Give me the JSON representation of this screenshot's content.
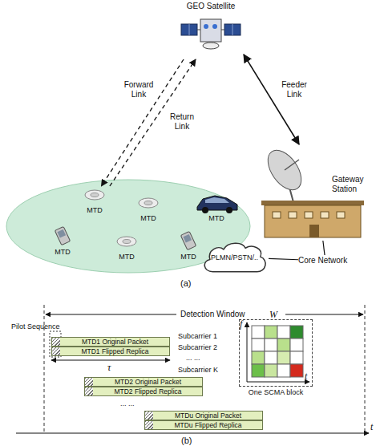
{
  "diagram": {
    "nodes": [
      {
        "text": [
          "GEO Satellite"
        ]
      },
      {
        "text": [
          "MTD"
        ]
      },
      {
        "text": [
          "MTD"
        ]
      },
      {
        "text": [
          "MTD"
        ]
      },
      {
        "text": [
          "MTD"
        ]
      },
      {
        "text": [
          "MTD"
        ]
      },
      {
        "text": [
          "MTD"
        ]
      },
      {
        "text": [
          "Gateway Station"
        ]
      },
      {
        "text": [
          "PLMN/PSTN/.."
        ]
      },
      {
        "text": [
          "Core Network"
        ]
      },
      {
        "text": [
          "MTD1 Original Packet"
        ]
      },
      {
        "text": [
          "MTD1 Flipped Replica"
        ]
      },
      {
        "text": [
          "MTD2 Original Packet"
        ]
      },
      {
        "text": [
          "MTD2 Flipped Replica"
        ]
      },
      {
        "text": [
          "MTDu Original Packet"
        ]
      },
      {
        "text": [
          "MTDu Flipped Replica"
        ]
      },
      {
        "text": [
          "One SCMA block"
        ]
      }
    ],
    "edges": [
      {
        "from": 0,
        "to": 1,
        "arrow": "to",
        "label": "Forward Link"
      },
      {
        "from": 1,
        "to": 0,
        "arrow": "to",
        "label": "Return Link"
      },
      {
        "from": 0,
        "to": 7,
        "arrow": "both",
        "label": "Feeder Link"
      },
      {
        "from": 7,
        "to": 9,
        "arrow": "none"
      },
      {
        "from": 8,
        "to": 9,
        "arrow": "none"
      }
    ],
    "labels": [
      "(a)",
      "Detection Window",
      "W",
      "Pilot Sequence",
      "τ",
      "Subcarrier 1",
      "Subcarrier 2",
      "... ...",
      "Subcarrier K",
      "f",
      "t",
      "... ...",
      "t",
      "(b)"
    ]
  }
}
